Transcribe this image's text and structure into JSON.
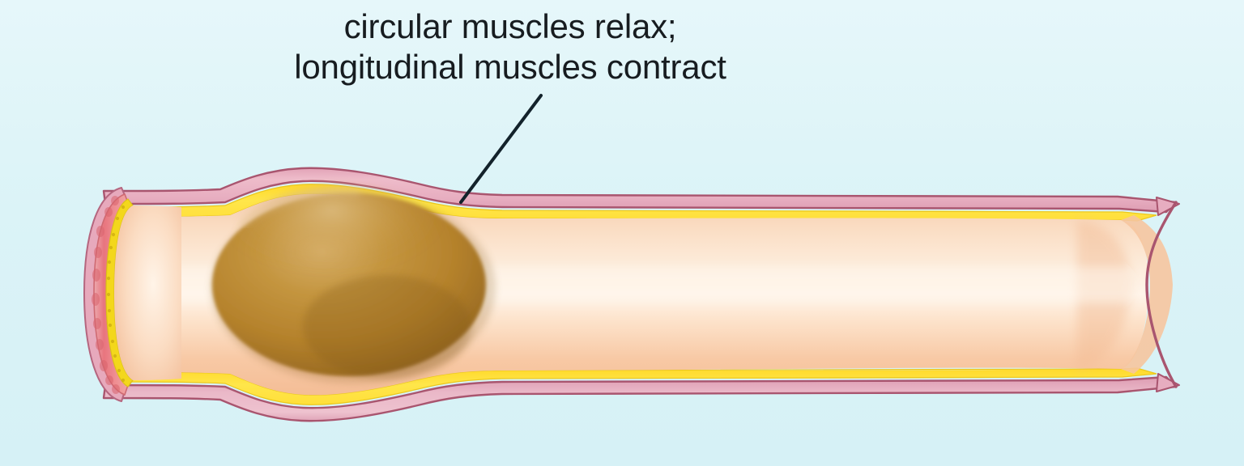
{
  "figure": {
    "title": "peristalsis cross-section of digestive tract with bolus",
    "background_color": "#dbf3f7",
    "annotation": {
      "line1": "circular muscles relax;",
      "line2": "longitudinal muscles contract",
      "text_color": "#171c20",
      "leader_line_color": "#13222b"
    },
    "structures": [
      {
        "name": "outer-muscle-wall",
        "label": "longitudinal / outer muscle wall",
        "fill": "#e9b3c2",
        "stroke": "#a9556f"
      },
      {
        "name": "submucosa-layer",
        "label": "submucosa",
        "fill": "#ffe22e",
        "stroke": "#e8c41d"
      },
      {
        "name": "lumen-mucosa",
        "label": "lumen lining / mucosa",
        "fill": "#f7cfae",
        "highlight": "#fff3e6"
      },
      {
        "name": "circular-muscle-ring",
        "label": "circular muscle (cut edge)",
        "fill": "#e9787e",
        "stroke": "#c75a66"
      },
      {
        "name": "bolus",
        "label": "bolus of food",
        "fill": "#b5822c",
        "highlight": "#cfa351",
        "shadow": "#6e4d18"
      }
    ]
  },
  "chart_data": {
    "type": "diagram",
    "title": "Peristalsis: circular muscles relax; longitudinal muscles contract",
    "elements": [
      {
        "id": "tube",
        "x_range": [
          105,
          1450
        ],
        "y_range": [
          225,
          498
        ]
      },
      {
        "id": "bolus",
        "center": [
          431,
          352
        ],
        "rx": 169,
        "ry": 113
      },
      {
        "id": "cut-end-left",
        "x": 105,
        "y_range": [
          228,
          492
        ]
      },
      {
        "id": "torn-end-right",
        "x": 1450,
        "y_range": [
          248,
          472
        ]
      },
      {
        "id": "leader-line",
        "from": [
          668,
          120
        ],
        "to": [
          569,
          248
        ]
      }
    ]
  }
}
